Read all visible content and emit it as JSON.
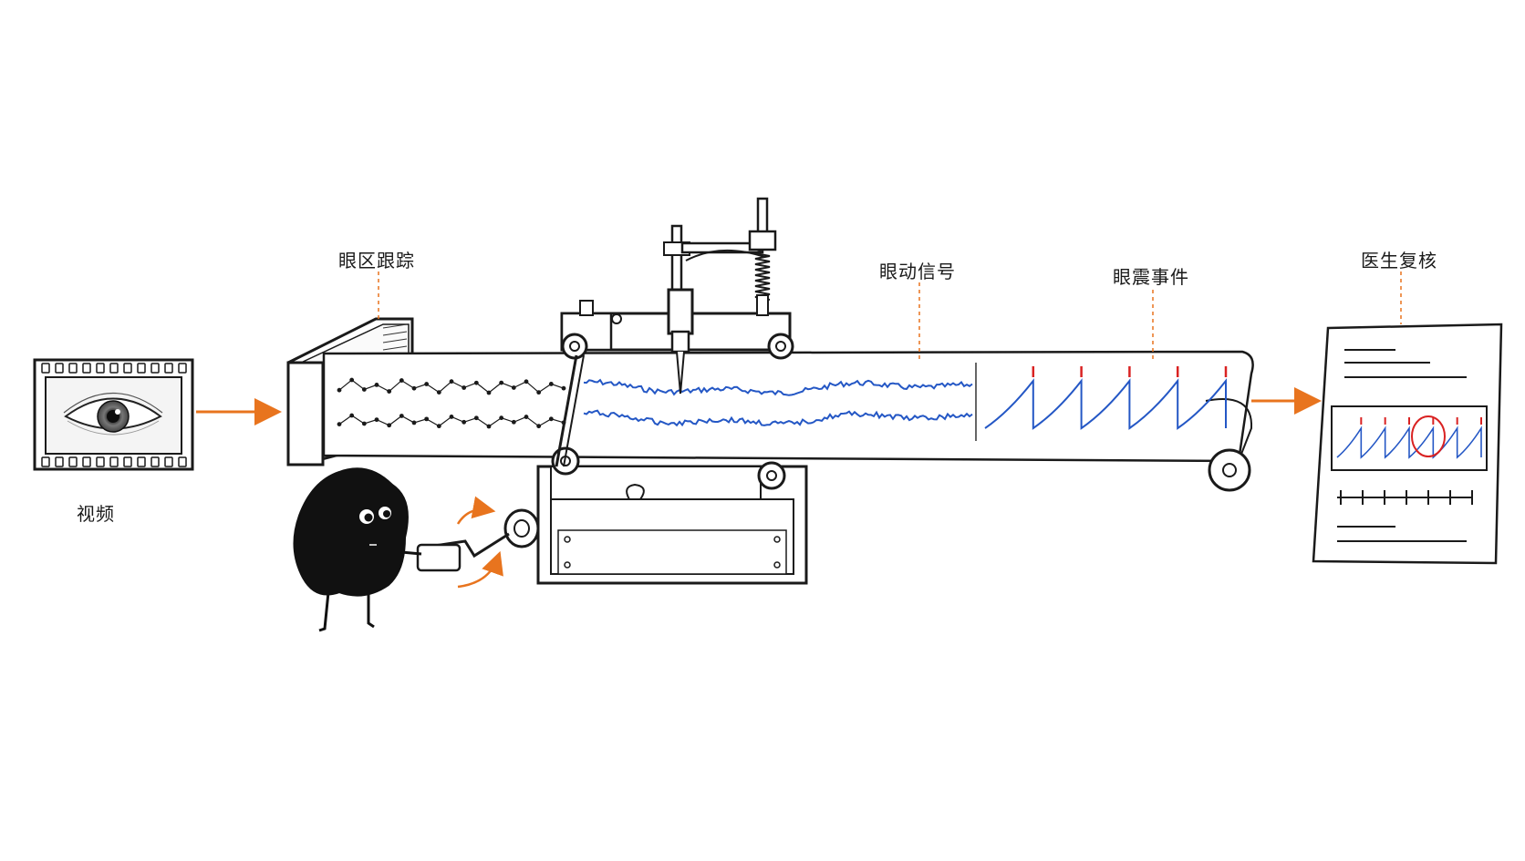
{
  "labels": {
    "video": "视频",
    "eye_tracking": "眼区跟踪",
    "eye_signal": "眼动信号",
    "nystagmus_events": "眼震事件",
    "doctor_review": "医生复核"
  },
  "colors": {
    "signal": "#2457c5",
    "arrow": "#e8741e",
    "marker": "#d92222",
    "ink": "#1a1a1a"
  },
  "icons": {
    "video": "film-strip-eye-icon",
    "tracking": "tracking-screen-icon",
    "machine": "chart-recorder-icon",
    "character": "crank-character-icon",
    "report": "report-document-icon"
  }
}
